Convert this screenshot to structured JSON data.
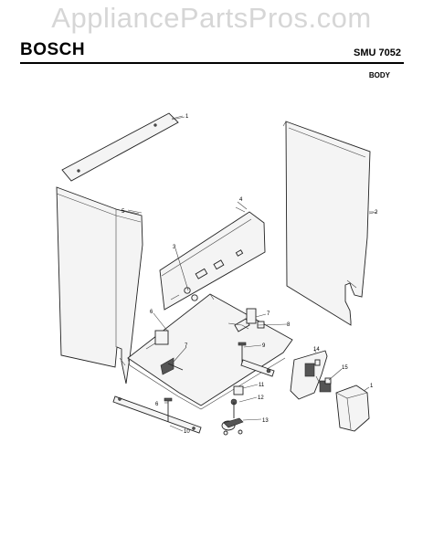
{
  "watermark": "AppliancePartsPros.com",
  "brand": "BOSCH",
  "model": "SMU 7052",
  "section": "BODY",
  "callouts": {
    "c1a": "1",
    "c2": "2",
    "c3": "3",
    "c4": "4",
    "c5": "5",
    "c6a": "6",
    "c6b": "6",
    "c7a": "7",
    "c7b": "7",
    "c8": "8",
    "c9": "9",
    "c10": "10",
    "c11": "11",
    "c12": "12",
    "c13": "13",
    "c14": "14",
    "c15": "15",
    "c1b": "1"
  }
}
